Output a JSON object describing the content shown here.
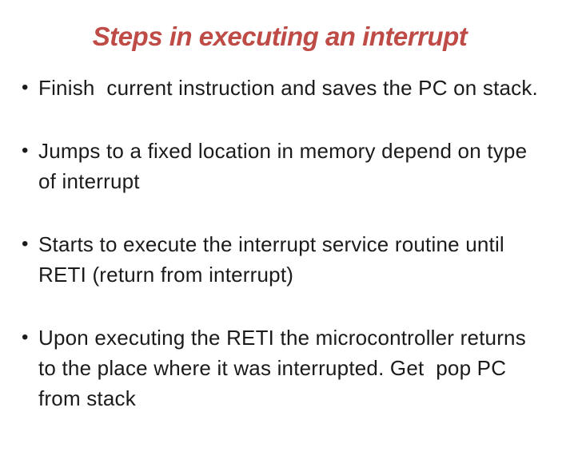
{
  "slide": {
    "title": "Steps in executing an interrupt",
    "bullet_char": "•",
    "colors": {
      "title": "#BF4B47",
      "body_text": "#1B1B1B",
      "background": "#FFFFFF"
    },
    "bullets": [
      {
        "text": "Finish  current instruction and saves the PC on stack."
      },
      {
        "text": "Jumps to a fixed location in memory depend on type\nof interrupt"
      },
      {
        "text": "Starts to execute the interrupt service routine until\nRETI (return from interrupt)"
      },
      {
        "text": "Upon executing the RETI the microcontroller returns\nto the place where it was interrupted. Get  pop PC\nfrom stack"
      }
    ]
  }
}
